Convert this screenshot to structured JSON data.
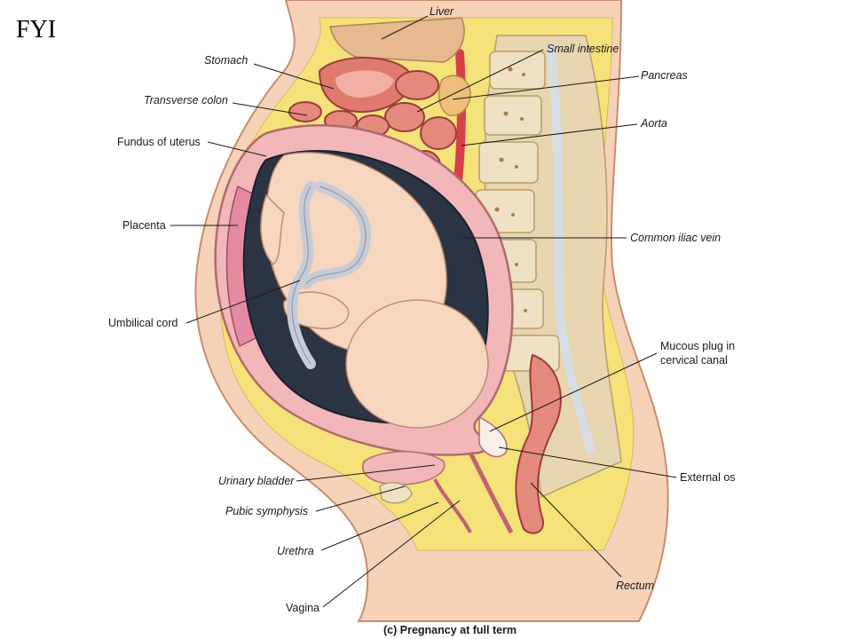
{
  "header": {
    "tag": "FYI"
  },
  "figure": {
    "caption": "(c) Pregnancy at full term",
    "labels": {
      "liver": "Liver",
      "stomach": "Stomach",
      "small_intestine": "Small intestine",
      "pancreas": "Pancreas",
      "transverse_colon": "Transverse colon",
      "aorta": "Aorta",
      "fundus": "Fundus of uterus",
      "placenta": "Placenta",
      "common_iliac_vein": "Common iliac vein",
      "umbilical_cord": "Umbilical cord",
      "mucous_plug_line1": "Mucous plug in",
      "mucous_plug_line2": "cervical canal",
      "external_os": "External os",
      "urinary_bladder": "Urinary bladder",
      "pubic_symphysis": "Pubic symphysis",
      "urethra": "Urethra",
      "rectum": "Rectum",
      "vagina": "Vagina"
    }
  },
  "colors": {
    "skin": "#f6d2b8",
    "skin_outline": "#c98c6c",
    "fat": "#f6e27a",
    "uterus_wall": "#f2b7b9",
    "cavity": "#2b3442",
    "fetus": "#f7d7c0",
    "cord": "#c7ccd8",
    "bone": "#efe2c4",
    "organ": "#e07a6e",
    "aorta": "#d6404a"
  }
}
